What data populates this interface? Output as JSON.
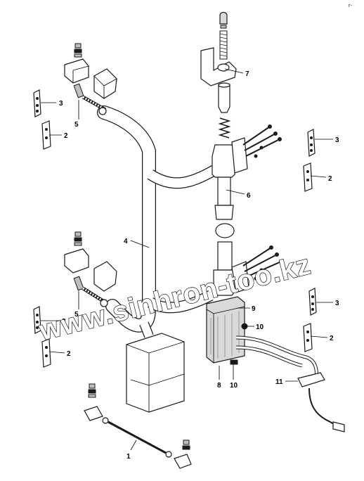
{
  "corner_mark": "г-",
  "callouts": {
    "c1": "1",
    "c2a": "2",
    "c2b": "2",
    "c2c": "2",
    "c2d": "2",
    "c3a": "3",
    "c3b": "3",
    "c3c": "3",
    "c3d": "3",
    "c4": "4",
    "c5a": "5",
    "c5b": "5",
    "c6": "6",
    "c7": "7",
    "c8": "8",
    "c9": "9",
    "c10a": "10",
    "c10b": "10",
    "c11": "11"
  },
  "watermark": "www.sinhron-too.kz"
}
